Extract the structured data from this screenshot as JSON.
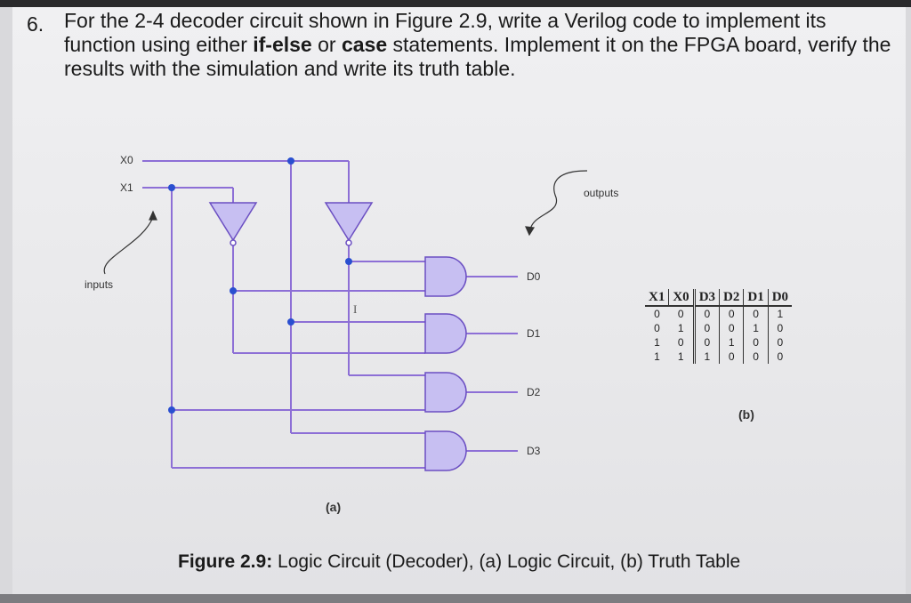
{
  "question": {
    "number": "6.",
    "text_part1": "For the 2-4 decoder circuit shown in Figure 2.9, write a Verilog code to implement its function using either ",
    "bold1": "if-else",
    "text_part2": " or ",
    "bold2": "case",
    "text_part3": " statements. Implement it on the FPGA board, verify the results with the simulation and write its truth table."
  },
  "circuit": {
    "input_x0": "X0",
    "input_x1": "X1",
    "inputs_label": "inputs",
    "outputs_label": "outputs",
    "output_d0": "D0",
    "output_d1": "D1",
    "output_d2": "D2",
    "output_d3": "D3",
    "sub_label": "(a)",
    "wire_color": "#8d6fd6",
    "gate_fill": "#c7bff2",
    "junction_color": "#2a4fd0"
  },
  "truth_table": {
    "headers": [
      "X1",
      "X0",
      "D3",
      "D2",
      "D1",
      "D0"
    ],
    "rows": [
      [
        "0",
        "0",
        "0",
        "0",
        "0",
        "1"
      ],
      [
        "0",
        "1",
        "0",
        "0",
        "1",
        "0"
      ],
      [
        "1",
        "0",
        "0",
        "1",
        "0",
        "0"
      ],
      [
        "1",
        "1",
        "1",
        "0",
        "0",
        "0"
      ]
    ],
    "sub_label": "(b)"
  },
  "caption": {
    "bold": "Figure 2.9:",
    "text": " Logic Circuit (Decoder), (a) Logic Circuit, (b) Truth Table"
  }
}
